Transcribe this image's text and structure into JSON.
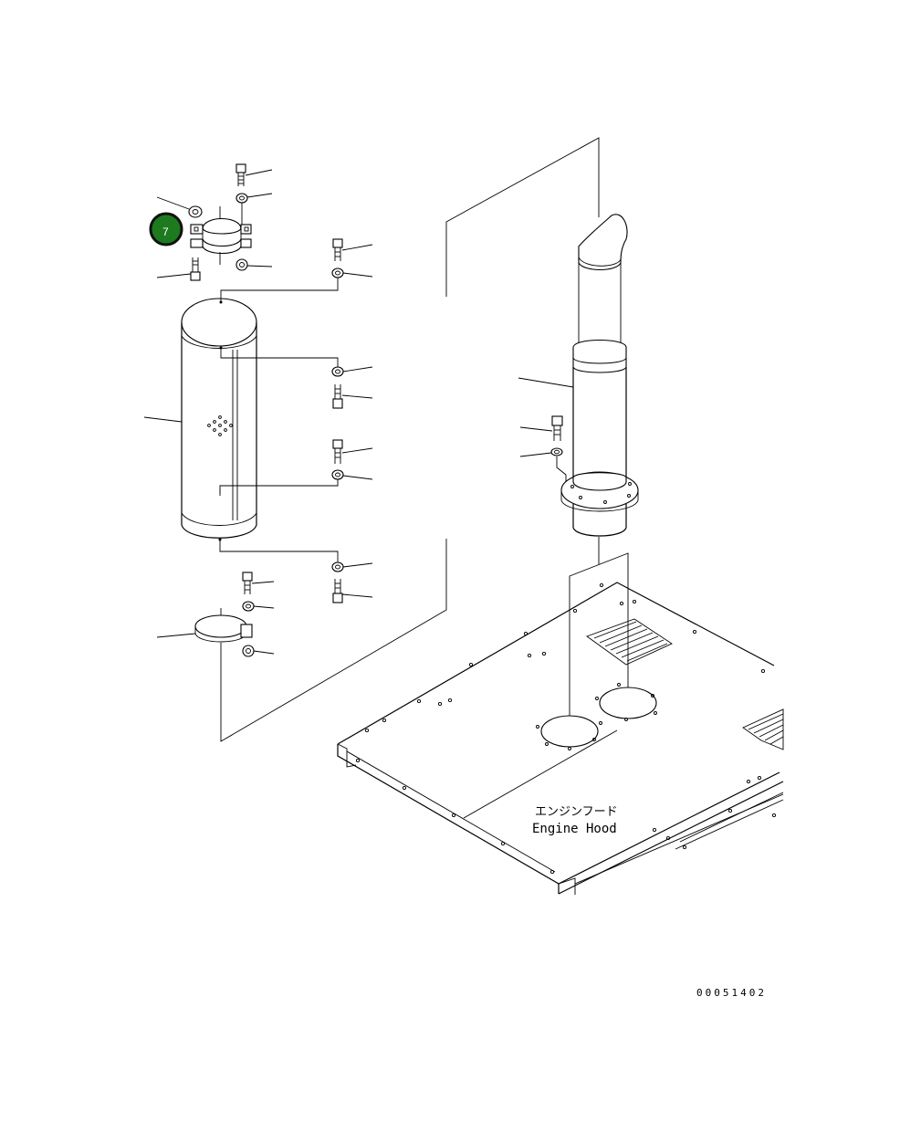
{
  "labels": {
    "hood_jp": "エンジンフード",
    "hood_en": "Engine Hood",
    "drawing_number": "00051402"
  },
  "callout": {
    "number": "7",
    "color": "#1e7a1e",
    "ring_color": "#111111"
  },
  "icons": [
    "bolt-icon",
    "washer-icon",
    "nut-icon",
    "clamp-icon",
    "muffler-icon",
    "exhaust-pipe-icon",
    "engine-hood-icon"
  ]
}
